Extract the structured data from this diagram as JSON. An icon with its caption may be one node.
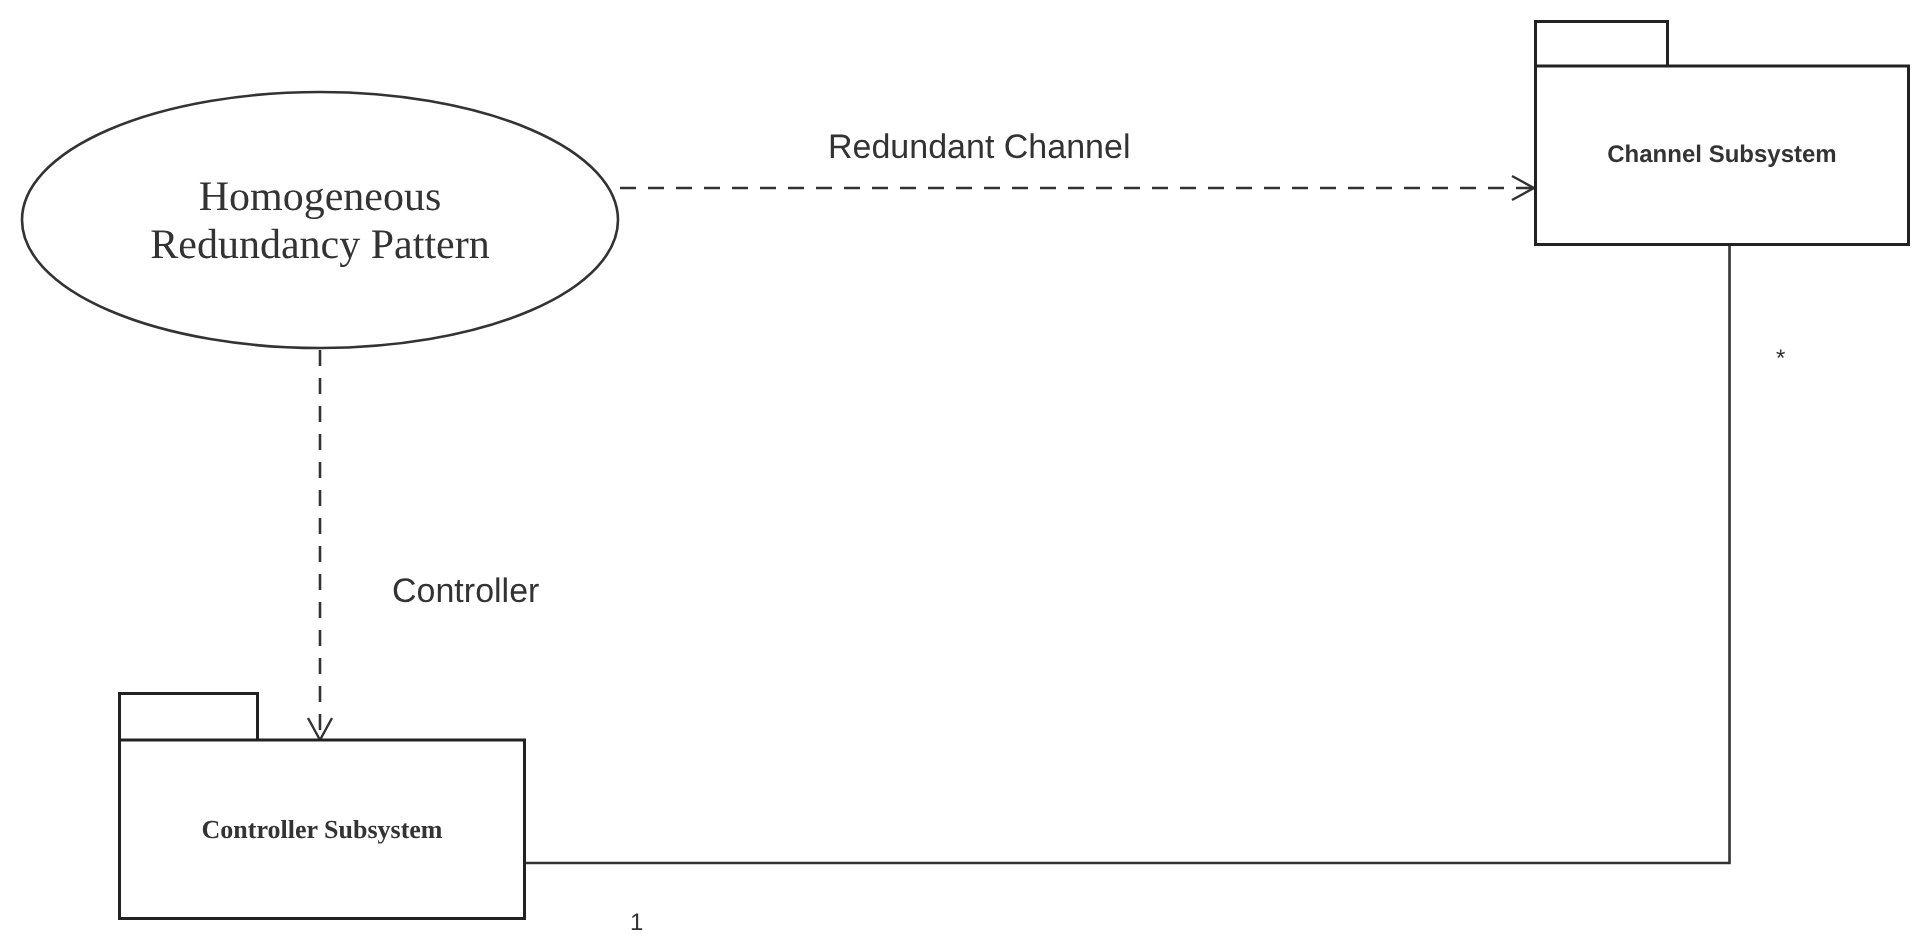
{
  "diagram": {
    "nodes": [
      {
        "text": [
          "Homogeneous Redundancy Pattern"
        ]
      },
      {
        "text": [
          "Channel Subsystem"
        ]
      },
      {
        "text": [
          "Controller Subsystem"
        ]
      }
    ],
    "edges": [
      {
        "from": 0,
        "to": 1,
        "arrow": "to",
        "style": "dashed",
        "label": "Redundant Channel"
      },
      {
        "from": 0,
        "to": 2,
        "arrow": "to",
        "style": "dashed",
        "label": "Controller"
      },
      {
        "from": 2,
        "to": 1,
        "arrow": "none"
      }
    ],
    "labels": [
      "*",
      "1"
    ]
  }
}
